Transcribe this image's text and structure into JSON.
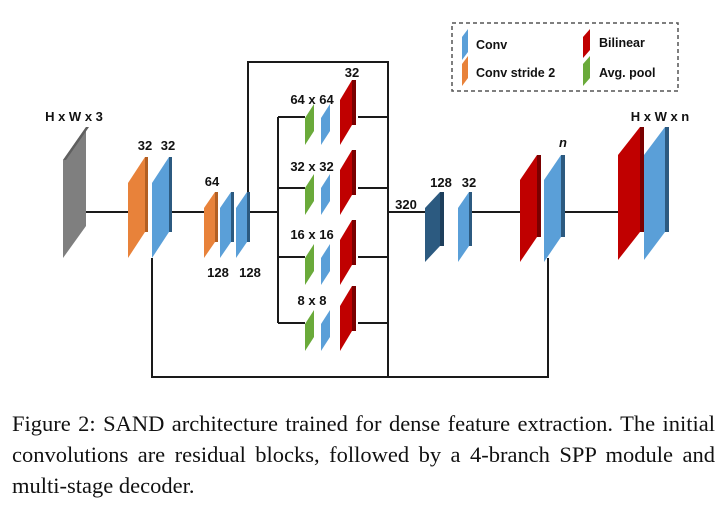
{
  "legend": {
    "conv": "Conv",
    "conv_stride2": "Conv stride 2",
    "bilinear": "Bilinear",
    "avg_pool": "Avg. pool"
  },
  "colors": {
    "conv": "#5a9fd8",
    "conv_dark": "#2c5a80",
    "conv_stride2": "#e8823a",
    "bilinear": "#c00000",
    "avg_pool": "#6aaa3a",
    "input": "#7f7f7f",
    "line": "#1a1a1a"
  },
  "labels": {
    "input": "H x W x 3",
    "enc1_a": "32",
    "enc1_b": "32",
    "enc2_top": "64",
    "enc2_b1": "128",
    "enc2_b2": "128",
    "branch1": "64 x 64",
    "branch1_ch": "32",
    "branch2": "32 x 32",
    "branch3": "16 x 16",
    "branch4": "8 x 8",
    "concat": "320",
    "dec1_a": "128",
    "dec1_b": "32",
    "dec2": "n",
    "output": "H x W x n"
  },
  "caption": "Figure 2: SAND architecture trained for dense feature extraction. The initial convolutions are residual blocks, followed by a 4-branch SPP module and multi-stage decoder."
}
